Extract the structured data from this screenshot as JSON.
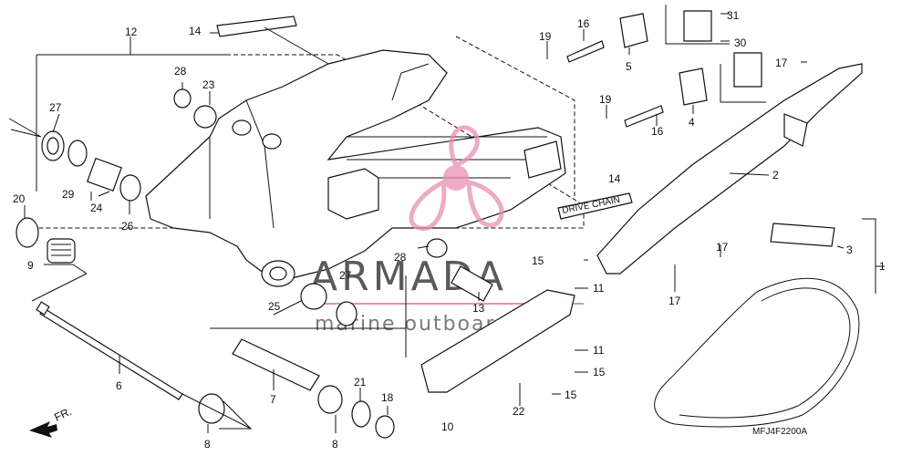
{
  "diagram": {
    "part_code": "MFJ4F2200A",
    "direction_label": "FR.",
    "chain_guide_text": "DRIVE CHAIN",
    "labels": [
      {
        "id": "l1",
        "text": "1"
      },
      {
        "id": "l2",
        "text": "2"
      },
      {
        "id": "l3",
        "text": "3"
      },
      {
        "id": "l4",
        "text": "4"
      },
      {
        "id": "l5",
        "text": "5"
      },
      {
        "id": "l6",
        "text": "6"
      },
      {
        "id": "l7",
        "text": "7"
      },
      {
        "id": "l8a",
        "text": "8"
      },
      {
        "id": "l8b",
        "text": "8"
      },
      {
        "id": "l9",
        "text": "9"
      },
      {
        "id": "l10",
        "text": "10"
      },
      {
        "id": "l11a",
        "text": "11"
      },
      {
        "id": "l11b",
        "text": "11"
      },
      {
        "id": "l12",
        "text": "12"
      },
      {
        "id": "l13",
        "text": "13"
      },
      {
        "id": "l14a",
        "text": "14"
      },
      {
        "id": "l14b",
        "text": "14"
      },
      {
        "id": "l15a",
        "text": "15"
      },
      {
        "id": "l15b",
        "text": "15"
      },
      {
        "id": "l15c",
        "text": "15"
      },
      {
        "id": "l16a",
        "text": "16"
      },
      {
        "id": "l16b",
        "text": "16"
      },
      {
        "id": "l17a",
        "text": "17"
      },
      {
        "id": "l17b",
        "text": "17"
      },
      {
        "id": "l17c",
        "text": "17"
      },
      {
        "id": "l18",
        "text": "18"
      },
      {
        "id": "l19a",
        "text": "19"
      },
      {
        "id": "l19b",
        "text": "19"
      },
      {
        "id": "l20",
        "text": "20"
      },
      {
        "id": "l21",
        "text": "21"
      },
      {
        "id": "l22",
        "text": "22"
      },
      {
        "id": "l23",
        "text": "23"
      },
      {
        "id": "l24",
        "text": "24"
      },
      {
        "id": "l25",
        "text": "25"
      },
      {
        "id": "l26",
        "text": "26"
      },
      {
        "id": "l27a",
        "text": "27"
      },
      {
        "id": "l27b",
        "text": "27"
      },
      {
        "id": "l28a",
        "text": "28"
      },
      {
        "id": "l28b",
        "text": "28"
      },
      {
        "id": "l29",
        "text": "29"
      },
      {
        "id": "l30",
        "text": "30"
      },
      {
        "id": "l31",
        "text": "31"
      }
    ]
  },
  "watermark": {
    "brand": "ARMADA",
    "tagline": "marine outboards",
    "logo_color": "#e78fb3"
  }
}
